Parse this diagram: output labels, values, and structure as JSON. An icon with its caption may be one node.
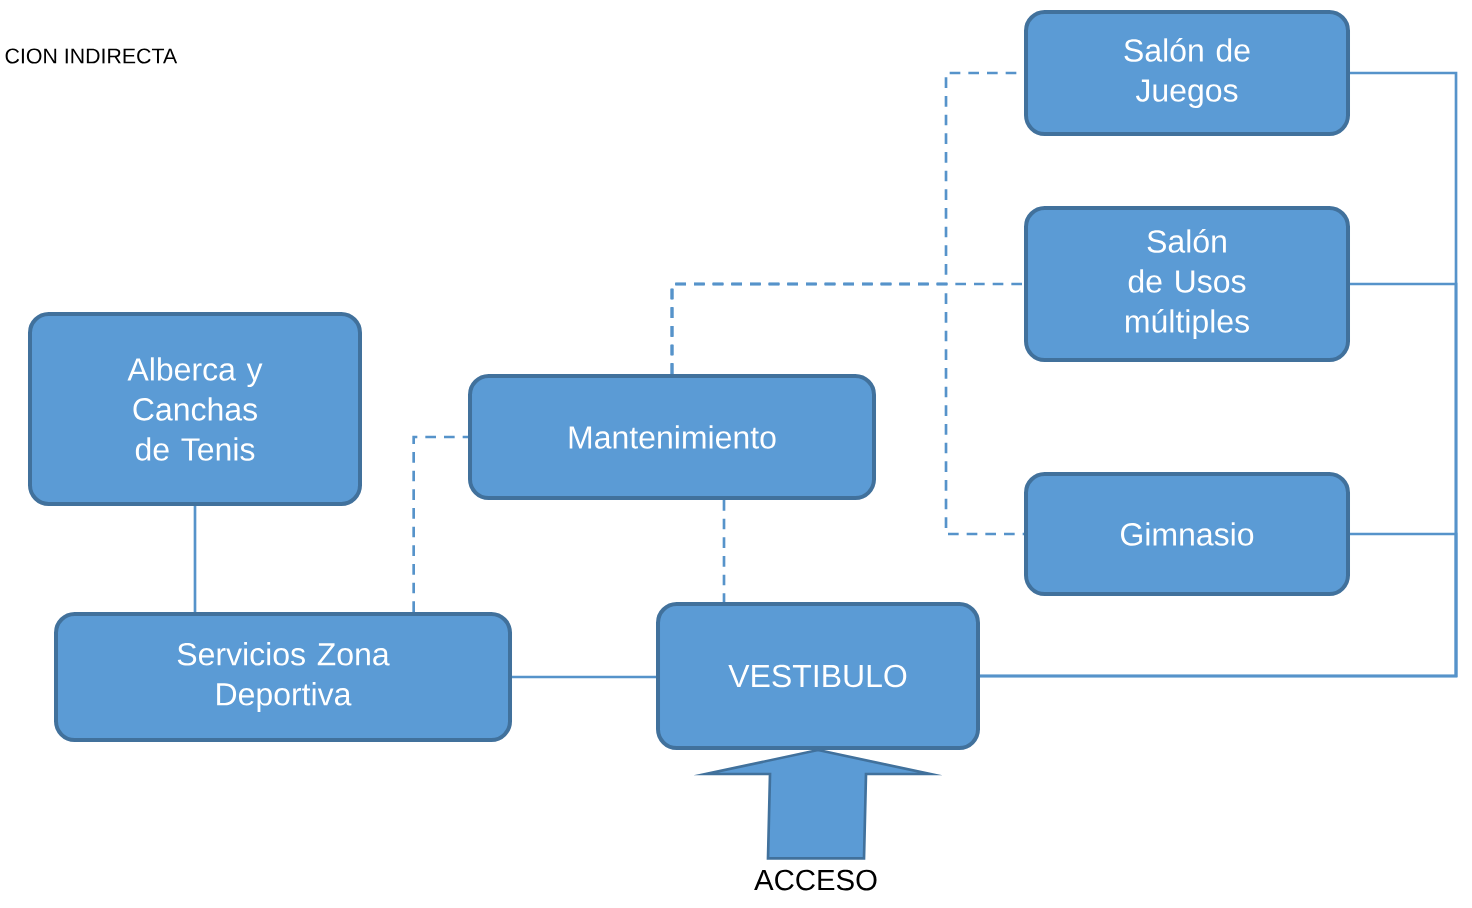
{
  "diagram": {
    "nodes": [
      {
        "text": [
          "Alberca y Canchas de Tenis"
        ]
      },
      {
        "text": [
          "Mantenimiento"
        ]
      },
      {
        "text": [
          "Salón de Juegos"
        ]
      },
      {
        "text": [
          "Salón de Usos múltiples"
        ]
      },
      {
        "text": [
          "Gimnasio"
        ]
      },
      {
        "text": [
          "Servicios Zona Deportiva"
        ]
      },
      {
        "text": [
          "VESTIBULO"
        ]
      },
      {
        "text": [
          "ACCESO"
        ]
      }
    ],
    "edges": [
      {
        "from": 0,
        "to": 5,
        "arrow": "none"
      },
      {
        "from": 5,
        "to": 6,
        "arrow": "none"
      },
      {
        "from": 5,
        "to": 1,
        "arrow": "none",
        "style": "dashed"
      },
      {
        "from": 1,
        "to": 6,
        "arrow": "none",
        "style": "dashed"
      },
      {
        "from": 1,
        "to": 2,
        "arrow": "none",
        "style": "dashed"
      },
      {
        "from": 1,
        "to": 3,
        "arrow": "none",
        "style": "dashed"
      },
      {
        "from": 1,
        "to": 4,
        "arrow": "none",
        "style": "dashed"
      },
      {
        "from": 6,
        "to": 2,
        "arrow": "none"
      },
      {
        "from": 6,
        "to": 3,
        "arrow": "none"
      },
      {
        "from": 6,
        "to": 4,
        "arrow": "none"
      },
      {
        "from": 7,
        "to": 6,
        "arrow": "to",
        "style": "thick"
      }
    ],
    "labels": [
      "CION INDIRECTA"
    ]
  }
}
